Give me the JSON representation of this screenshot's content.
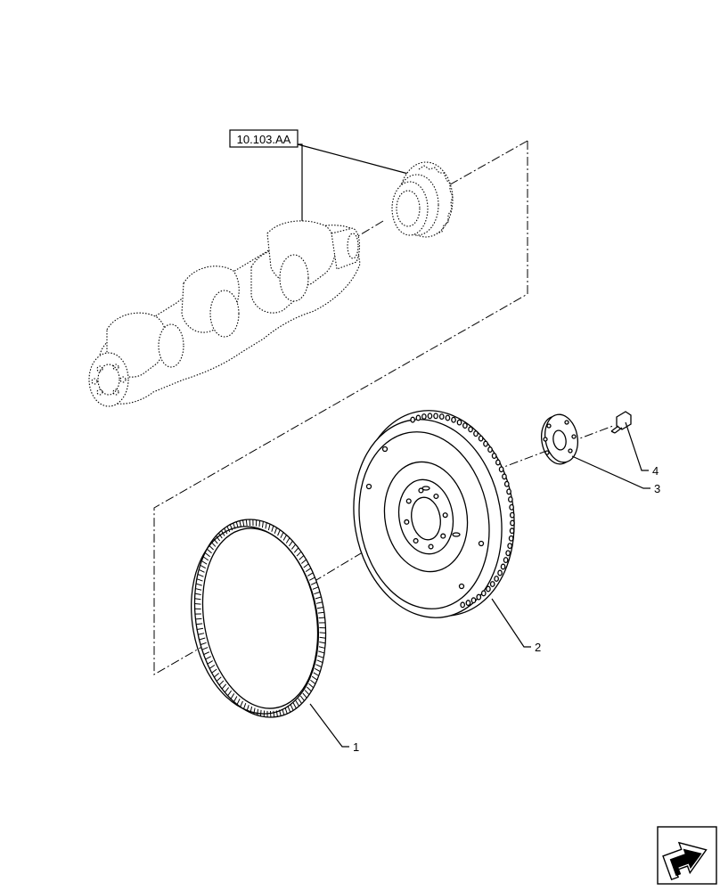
{
  "reference": {
    "code": "10.103.AA"
  },
  "callouts": [
    {
      "id": "item-1",
      "label": "1"
    },
    {
      "id": "item-2",
      "label": "2"
    },
    {
      "id": "item-3",
      "label": "3"
    },
    {
      "id": "item-4",
      "label": "4"
    }
  ],
  "nav": {
    "icon": "next-page-arrow-icon"
  }
}
